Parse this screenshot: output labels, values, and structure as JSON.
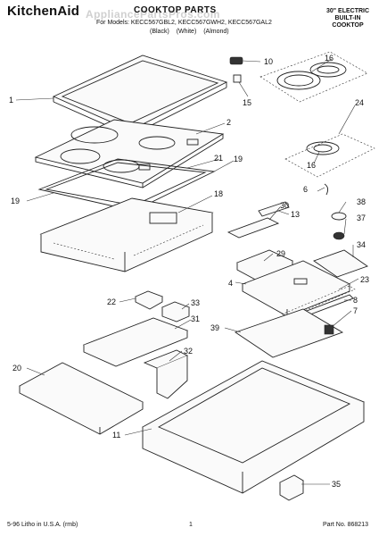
{
  "header": {
    "brand": "KitchenAid",
    "title": "COOKTOP PARTS",
    "models": "For Models: KECC567GBL2, KECC567GWH2, KECC567GAL2",
    "colors": "(Black)  (White)  (Almond)",
    "type_line1": "30\" ELECTRIC",
    "type_line2": "BUILT-IN",
    "type_line3": "COOKTOP"
  },
  "watermark": "AppliancePartsPros.com",
  "footer": {
    "litho": "5-96 Litho in U.S.A. (rmb)",
    "page": "1",
    "part_no": "Part No. 868213"
  },
  "callouts": [
    "1",
    "2",
    "4",
    "6",
    "7",
    "8",
    "10",
    "11",
    "13",
    "15",
    "16",
    "16",
    "18",
    "19",
    "19",
    "20",
    "21",
    "22",
    "23",
    "24",
    "29",
    "30",
    "31",
    "32",
    "33",
    "34",
    "35",
    "37",
    "38",
    "39"
  ]
}
